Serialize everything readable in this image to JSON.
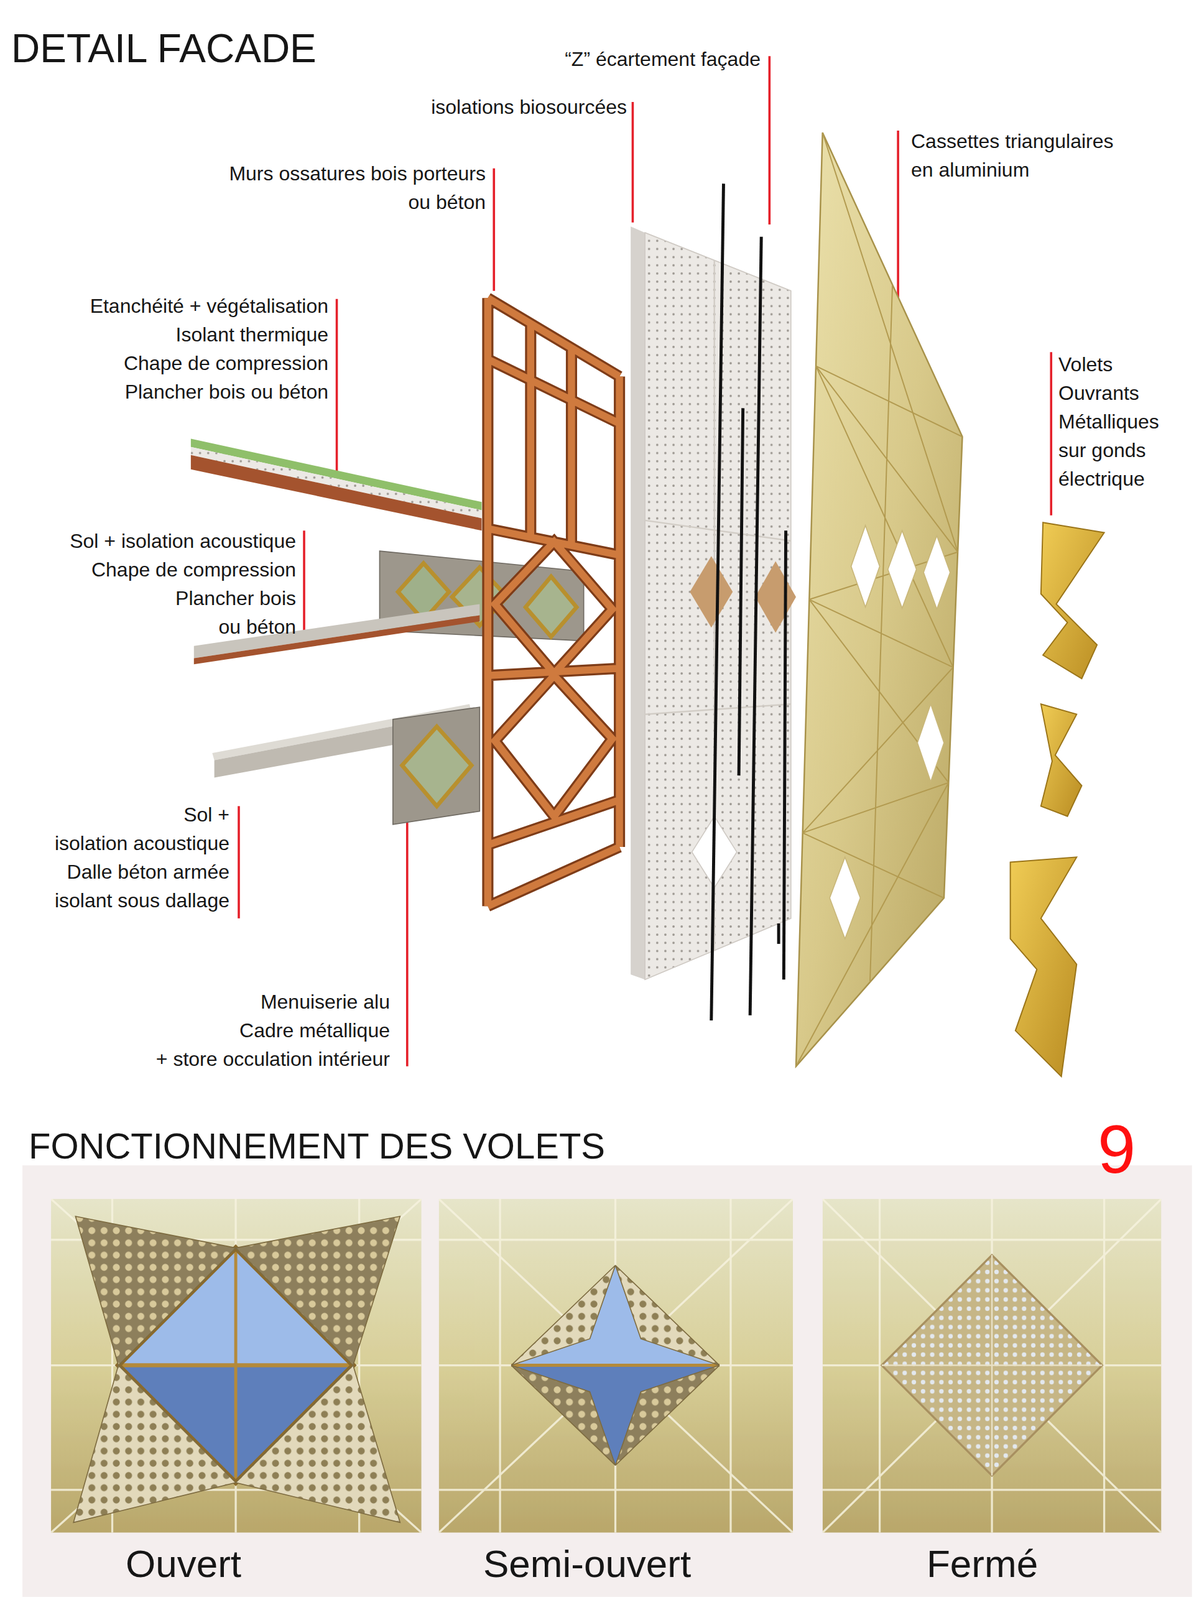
{
  "diagram": {
    "title": "DETAIL FACADE",
    "labels": [
      "“Z” écartement façade",
      "isolations biosourcées",
      "Murs ossatures bois porteurs ou béton",
      "Cassettes triangulaires en aluminium",
      "Etanchéité + végétalisation Isolant thermique Chape de compression Plancher bois ou béton",
      "Volets Ouvrants Métalliques sur gonds électrique",
      "Sol + isolation acoustique Chape de compression Plancher bois ou béton",
      "Sol + isolation acoustique Dalle béton armée isolant sous dallage",
      "Menuiserie alu Cadre métallique + store occulation intérieur",
      "FONCTIONNEMENT DES VOLETS",
      "9",
      "Ouvert",
      "Semi-ouvert",
      "Fermé"
    ]
  }
}
